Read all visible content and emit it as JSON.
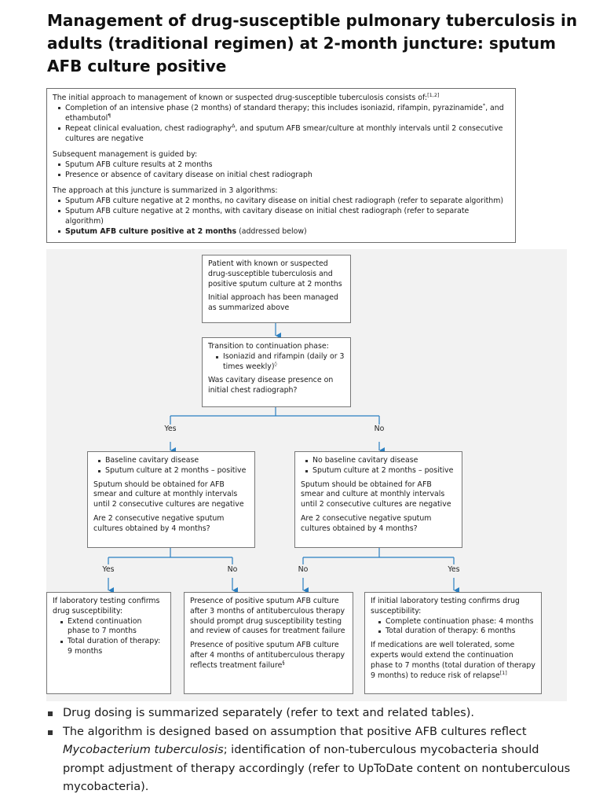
{
  "title": "Management of drug-susceptible pulmonary tuberculosis in adults (traditional regimen) at 2-month juncture: sputum AFB culture positive",
  "intro": {
    "lead": "The initial approach to management of known or suspected drug-susceptible tuberculosis consists of:",
    "lead_ref": "[1,2]",
    "initial_item1": "Completion of an intensive phase (2 months) of standard therapy; this includes isoniazid, rifampin, pyrazinamide",
    "initial_item1_sup": "*",
    "initial_item1_cont": ", and ethambutol",
    "initial_item1_sup2": "¶",
    "initial_item2": "Repeat clinical evaluation, chest radiography",
    "initial_item2_sup": "Δ",
    "initial_item2_cont": ", and sputum AFB smear/culture at monthly intervals until 2 consecutive cultures are negative",
    "guided_lead": "Subsequent management is guided by:",
    "guided_item1": "Sputum AFB culture results at 2 months",
    "guided_item2": "Presence or absence of cavitary disease on initial chest radiograph",
    "algo_lead": "The approach at this juncture is summarized in 3 algorithms:",
    "algo_item1": "Sputum AFB culture negative at 2 months, no cavitary disease on initial chest radiograph (refer to separate algorithm)",
    "algo_item2": "Sputum AFB culture negative at 2 months, with cavitary disease on initial chest radiograph (refer to separate algorithm)",
    "algo_item3_bold": "Sputum AFB culture positive at 2 months",
    "algo_item3_rest": " (addressed below)"
  },
  "flow": {
    "start_text": "Patient with known or suspected drug-susceptible tuberculosis and positive sputum culture at 2 months",
    "start_text2": "Initial approach has been managed as summarized above",
    "transition_lead": "Transition to continuation phase:",
    "transition_item": "Isoniazid and rifampin (daily or 3 times weekly)",
    "transition_item_sup": "◊",
    "transition_question": "Was cavitary disease presence on initial chest radiograph?",
    "yes": "Yes",
    "no": "No",
    "left_item1": "Baseline cavitary disease",
    "left_item2": "Sputum culture at 2 months – positive",
    "left_text": "Sputum should be obtained for AFB smear and culture at monthly intervals until 2 consecutive cultures are negative",
    "left_question": "Are 2 consecutive negative sputum cultures obtained by 4 months?",
    "right_item1": "No baseline cavitary disease",
    "right_item2": "Sputum culture at 2 months – positive",
    "right_text": "Sputum should be obtained for AFB smear and culture at monthly intervals until 2 consecutive cultures are negative",
    "right_question": "Are 2 consecutive negative sputum cultures obtained by 4 months?",
    "out1_lead": "If laboratory testing confirms drug susceptibility:",
    "out1_item1": "Extend continuation phase to 7 months",
    "out1_item2": "Total duration of therapy: 9 months",
    "out2_text1": "Presence of positive sputum AFB culture after 3 months of antituberculous therapy should prompt drug susceptibility testing and review of causes for treatment failure",
    "out2_text2": "Presence of positive sputum AFB culture after 4 months of antituberculous therapy reflects treatment failure",
    "out2_sup": "§",
    "out3_lead": "If initial laboratory testing confirms drug susceptibility:",
    "out3_item1": "Complete continuation phase: 4 months",
    "out3_item2": "Total duration of therapy: 6 months",
    "out3_text": "If medications are well tolerated, some experts would extend the continuation phase to 7 months (total duration of therapy 9 months) to reduce risk of relapse",
    "out3_sup": "[1]"
  },
  "notes": {
    "item1": "Drug dosing is summarized separately (refer to text and related tables).",
    "item2_a": "The algorithm is designed based on assumption that positive AFB cultures reflect ",
    "item2_italic": "Mycobacterium tuberculosis",
    "item2_b": "; identification of non-tuberculous mycobacteria should prompt adjustment of therapy accordingly (refer to UpToDate content on nontuberculous mycobacteria)."
  },
  "colors": {
    "arrow": "#2a7fc1",
    "diagram_bg": "#f2f2f2",
    "border": "#777777"
  },
  "icons": {
    "bullet": "square-bullet-icon",
    "arrow": "arrow-down-icon"
  }
}
